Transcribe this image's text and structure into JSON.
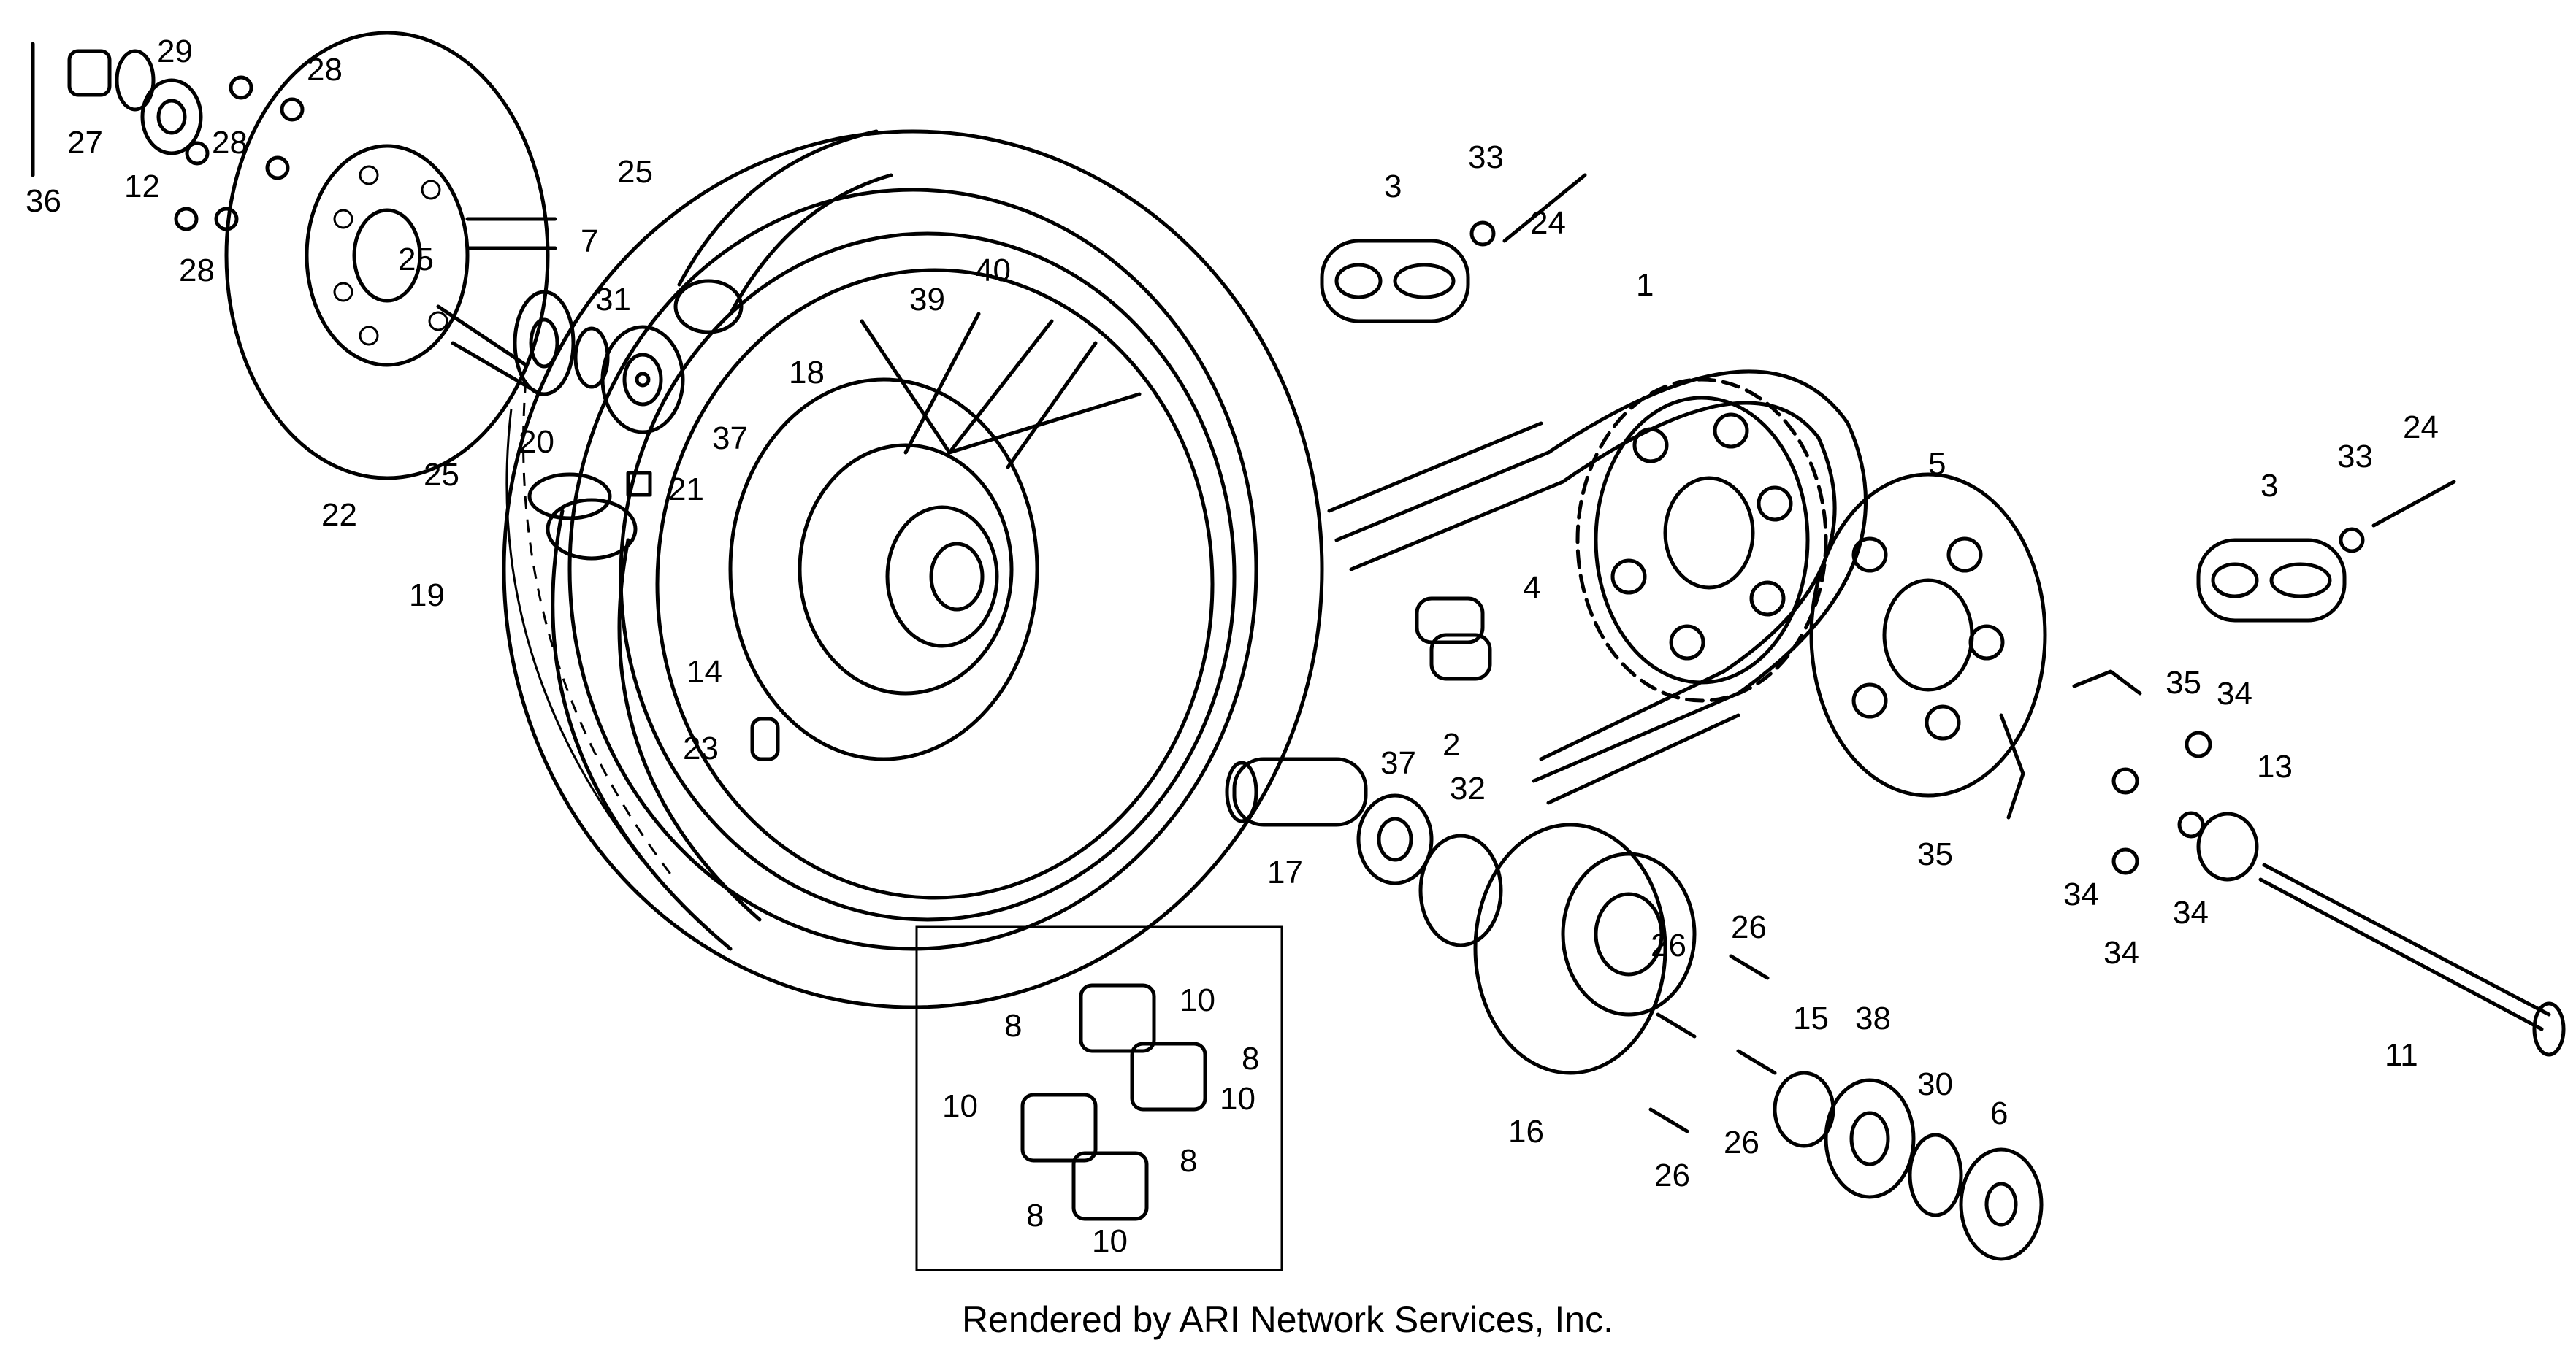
{
  "footer": "Rendered by ARI Network Services, Inc.",
  "callouts": {
    "n1": "1",
    "n2": "2",
    "n3a": "3",
    "n3b": "3",
    "n4": "4",
    "n5": "5",
    "n6": "6",
    "n7": "7",
    "n8a": "8",
    "n8b": "8",
    "n8c": "8",
    "n8d": "8",
    "n10a": "10",
    "n10b": "10",
    "n10c": "10",
    "n10d": "10",
    "n11": "11",
    "n12": "12",
    "n13": "13",
    "n14": "14",
    "n15": "15",
    "n16": "16",
    "n17": "17",
    "n18": "18",
    "n19": "19",
    "n20": "20",
    "n21": "21",
    "n22": "22",
    "n23": "23",
    "n24a": "24",
    "n24b": "24",
    "n25a": "25",
    "n25b": "25",
    "n25c": "25",
    "n26a": "26",
    "n26b": "26",
    "n26c": "26",
    "n26d": "26",
    "n27": "27",
    "n28a": "28",
    "n28b": "28",
    "n28c": "28",
    "n29": "29",
    "n30": "30",
    "n31": "31",
    "n32": "32",
    "n33a": "33",
    "n33b": "33",
    "n34a": "34",
    "n34b": "34",
    "n34c": "34",
    "n34d": "34",
    "n35a": "35",
    "n35b": "35",
    "n36": "36",
    "n37a": "37",
    "n37b": "37",
    "n38": "38",
    "n39": "39",
    "n40": "40"
  }
}
